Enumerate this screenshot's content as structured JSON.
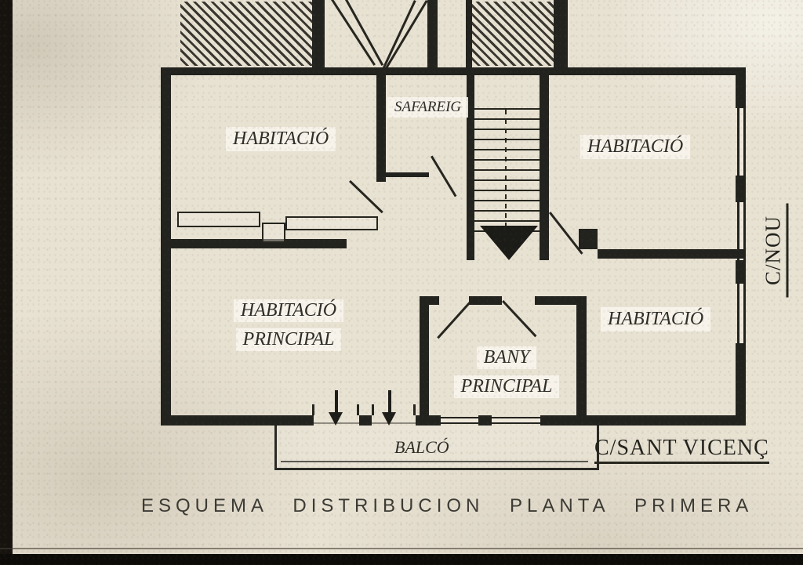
{
  "caption": "ESQUEMA DISTRIBUCION PLANTA PRIMERA",
  "rooms": {
    "habitacio_top_left": "HABITACIÓ",
    "safareig": "SAFAREIG",
    "habitacio_top_right": "HABITACIÓ",
    "habitacio_principal_line1": "HABITACIÓ",
    "habitacio_principal_line2": "PRINCIPAL",
    "habitacio_mid_right": "HABITACIÓ",
    "bany_line1": "BANY",
    "bany_line2": "PRINCIPAL",
    "balco": "BALCÓ"
  },
  "streets": {
    "c_nou": "C/NOU",
    "c_sant_vicenc": "C/SANT VICENÇ"
  },
  "colors": {
    "paper": "#e8e2d3",
    "ink": "#22221e"
  }
}
